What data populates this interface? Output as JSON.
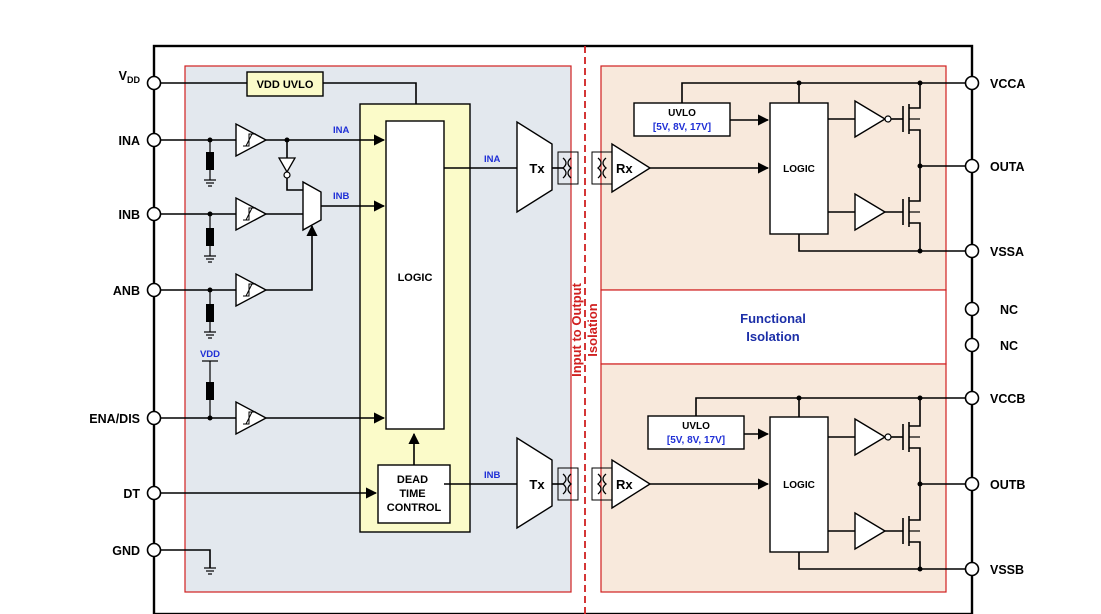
{
  "pins_left": {
    "vdd_main": "V",
    "vdd_sub": "DD",
    "ina": "INA",
    "inb": "INB",
    "anb": "ANB",
    "ena_dis": "ENA/DIS",
    "dt": "DT",
    "gnd": "GND"
  },
  "pins_right": {
    "vcca": "VCCA",
    "outa": "OUTA",
    "vssa": "VSSA",
    "nc1": "NC",
    "nc2": "NC",
    "vccb": "VCCB",
    "outb": "OUTB",
    "vssb": "VSSB"
  },
  "input_side": {
    "vdd_uvlo": "VDD UVLO",
    "logic": "LOGIC",
    "ina_signal": "INA",
    "inb_signal": "INB",
    "vdd_rail": "VDD",
    "dead_time": [
      "DEAD",
      "TIME",
      "CONTROL"
    ],
    "out_ina": "INA",
    "out_inb": "INB",
    "tx": "Tx"
  },
  "isolation": {
    "barrier_line1": "Input to Output",
    "barrier_line2": "Isolation",
    "functional_line1": "Functional",
    "functional_line2": "Isolation"
  },
  "channel_a": {
    "rx": "Rx",
    "uvlo_title": "UVLO",
    "uvlo_values": "[5V, 8V, 17V]",
    "logic": "LOGIC"
  },
  "channel_b": {
    "rx": "Rx",
    "uvlo_title": "UVLO",
    "uvlo_values": "[5V, 8V, 17V]",
    "logic": "LOGIC"
  },
  "colors": {
    "input_bg": "#e3e8ee",
    "logic_bg": "#fbfbc9",
    "output_bg": "#f8e9dc",
    "barrier": "#d02020",
    "signal_label": "#1f2fd6",
    "functional": "#1c2fa8",
    "vdd_uvlo_bg": "#fbfbc9"
  }
}
